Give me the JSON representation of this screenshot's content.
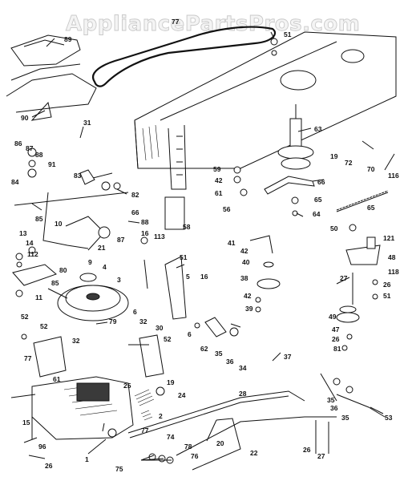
{
  "watermark": "AppliancePartsPros.com",
  "part_numbers": [
    "89",
    "77",
    "51",
    "90",
    "31",
    "63",
    "86",
    "87",
    "88",
    "91",
    "19",
    "72",
    "83",
    "82",
    "59",
    "42",
    "61",
    "66",
    "70",
    "116",
    "84",
    "85",
    "66",
    "88",
    "56",
    "65",
    "64",
    "65",
    "50",
    "58",
    "10",
    "87",
    "21",
    "16",
    "113",
    "41",
    "42",
    "121",
    "13",
    "14",
    "112",
    "80",
    "85",
    "9",
    "4",
    "40",
    "38",
    "48",
    "27",
    "11",
    "3",
    "51",
    "5",
    "16",
    "6",
    "42",
    "39",
    "118",
    "26",
    "51",
    "52",
    "79",
    "32",
    "30",
    "52",
    "6",
    "62",
    "35",
    "36",
    "49",
    "47",
    "26",
    "81",
    "52",
    "32",
    "37",
    "77",
    "61",
    "34",
    "25",
    "19",
    "24",
    "28",
    "35",
    "36",
    "2",
    "35",
    "53",
    "15",
    "77",
    "74",
    "20",
    "22",
    "96",
    "26",
    "1",
    "75",
    "78",
    "76",
    "26",
    "27"
  ]
}
